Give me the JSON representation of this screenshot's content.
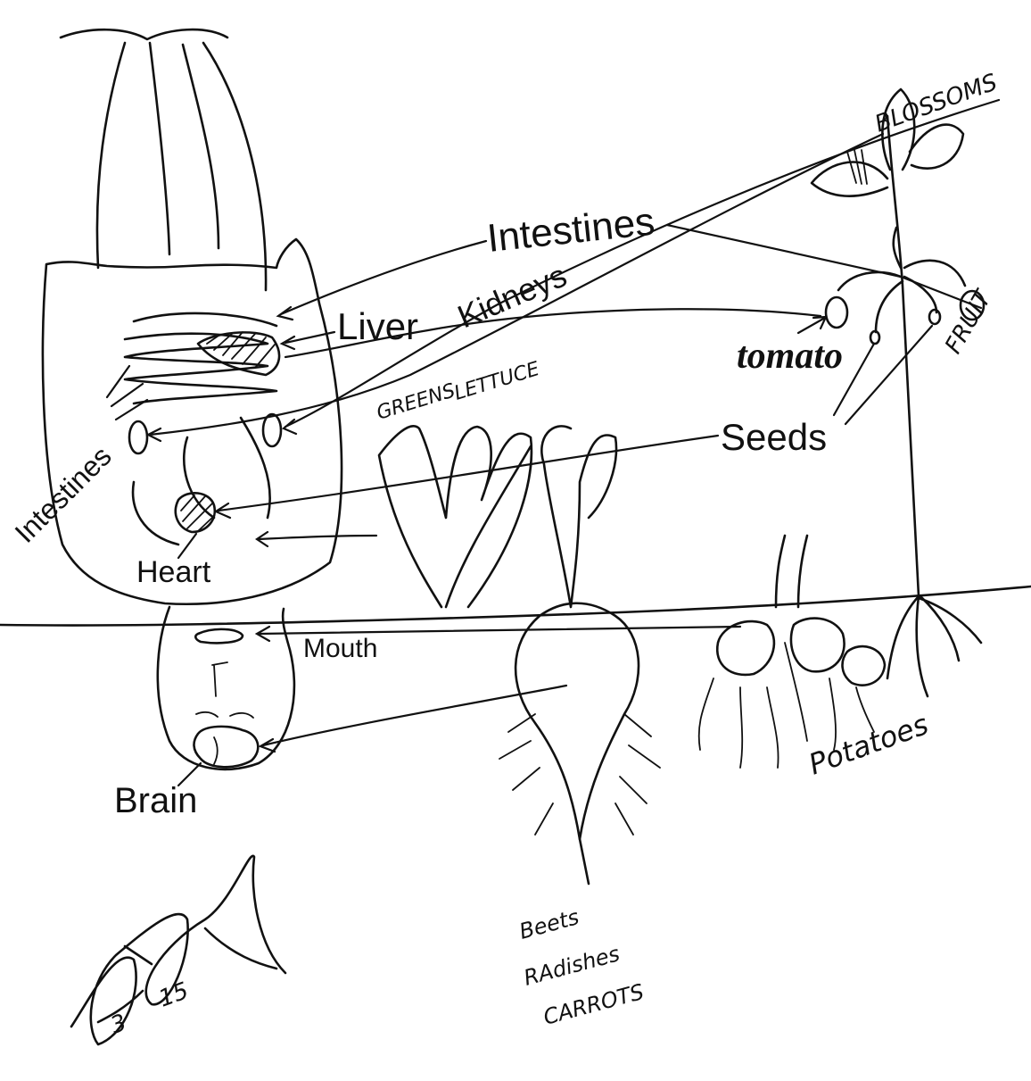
{
  "labels": {
    "blossoms": "BLOSSOMS",
    "intestines_top": "Intestines",
    "liver": "Liver",
    "kidneys": "Kidneys",
    "tomato": "tomato",
    "fruit": "FRUIT",
    "intestines_side": "Intestines",
    "green_lettuce_1": "GREENS",
    "green_lettuce_2": "LETTUCE",
    "seeds": "Seeds",
    "heart": "Heart",
    "mouth": "Mouth",
    "potatoes": "Potatoes",
    "brain": "Brain",
    "roots_1": "Beets",
    "roots_2": "RAdishes",
    "roots_3": "CARROTS",
    "signature_1": "3",
    "signature_2": "15"
  }
}
